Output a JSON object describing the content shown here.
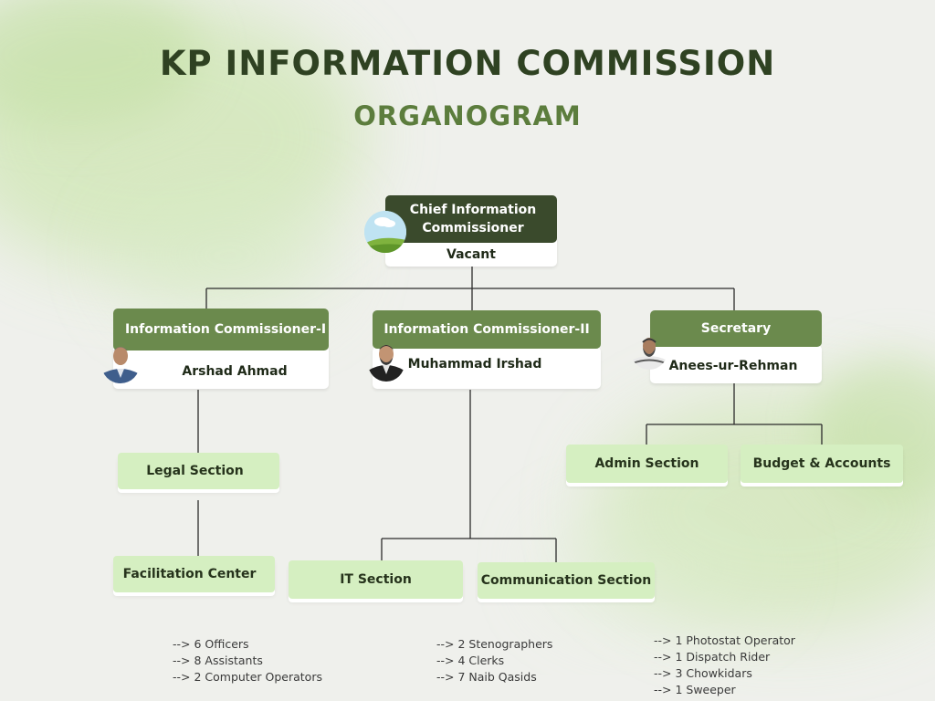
{
  "header": {
    "title": "KP INFORMATION COMMISSION",
    "subtitle": "ORGANOGRAM"
  },
  "colors": {
    "dark_green": "#3a4a2c",
    "mid_green": "#6b8a4d",
    "light_green": "#d5efc1",
    "line": "#2b2b2b"
  },
  "nodes": {
    "chief": {
      "title": "Chief Information Commissioner",
      "name": "Vacant",
      "avatar": "landscape-placeholder-icon"
    },
    "ic1": {
      "title": "Information Commissioner-I",
      "name": "Arshad Ahmad",
      "avatar": "person-photo"
    },
    "ic2": {
      "title": "Information Commissioner-II",
      "name": "Muhammad Irshad",
      "avatar": "person-photo"
    },
    "secretary": {
      "title": "Secretary",
      "name": "Anees-ur-Rehman",
      "avatar": "person-photo"
    }
  },
  "sections": {
    "legal": "Legal Section",
    "facilitation": "Facilitation Center",
    "it": "IT Section",
    "communication": "Communication Section",
    "admin": "Admin Section",
    "budget": "Budget & Accounts"
  },
  "staff": {
    "col1": [
      "--> 6 Officers",
      "--> 8 Assistants",
      "--> 2 Computer Operators"
    ],
    "col2": [
      "--> 2 Stenographers",
      "--> 4 Clerks",
      "--> 7 Naib Qasids"
    ],
    "col3": [
      "--> 1 Photostat Operator",
      "--> 1 Dispatch Rider",
      "--> 3 Chowkidars",
      "--> 1 Sweeper"
    ]
  }
}
